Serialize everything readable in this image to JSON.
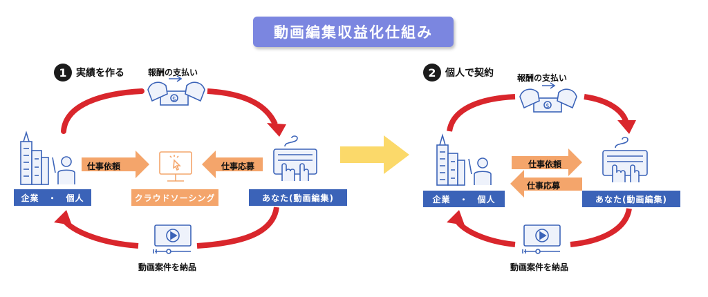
{
  "title": "動画編集収益化仕組み",
  "left": {
    "step_number": "1",
    "step_label": "実績を作る",
    "payment_label": "報酬の支払い",
    "client_label": "企業　・　個人",
    "platform_label": "クラウドソーシング",
    "you_label": "あなた(動画編集)",
    "request_label": "仕事依頼",
    "apply_label": "仕事応募",
    "deliver_label": "動画案件を納品"
  },
  "right": {
    "step_number": "2",
    "step_label": "個人で契約",
    "payment_label": "報酬の支払い",
    "client_label": "企業　・　個人",
    "you_label": "あなた(動画編集)",
    "request_label": "仕事依頼",
    "apply_label": "仕事応募",
    "deliver_label": "動画案件を納品"
  },
  "colors": {
    "title_bg": "#7b86e0",
    "label_box": "#3b63b8",
    "platform_box": "#f4a56b",
    "flow_arrow": "#f4a56b",
    "cycle_arrow": "#d9262c",
    "transition_arrow": "#fbd96a",
    "icon_stroke": "#3b63b8"
  }
}
